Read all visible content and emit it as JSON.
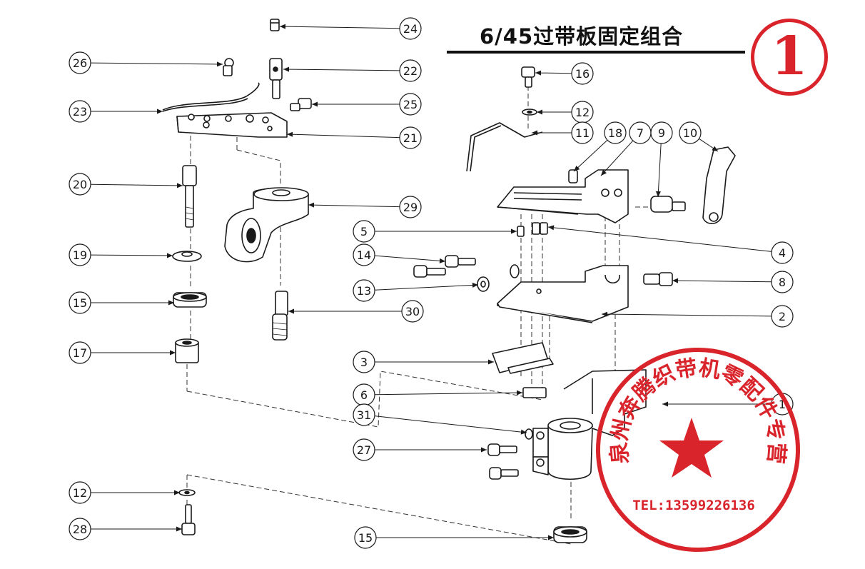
{
  "title": "6/45过带板固定组合",
  "sheet_number": "1",
  "callouts": [
    "24",
    "26",
    "22",
    "25",
    "23",
    "21",
    "20",
    "29",
    "19",
    "15",
    "17",
    "30",
    "16",
    "12",
    "11",
    "18",
    "7",
    "9",
    "10",
    "5",
    "4",
    "14",
    "8",
    "13",
    "2",
    "3",
    "6",
    "1",
    "31",
    "27",
    "12",
    "28",
    "15"
  ],
  "stamp": {
    "text": "泉州奔腾织带机零配件专营",
    "tel": "TEL:13599226136",
    "color": "#d9242b"
  },
  "colors": {
    "ink": "#1a1a1a",
    "stamp": "#d9242b"
  }
}
